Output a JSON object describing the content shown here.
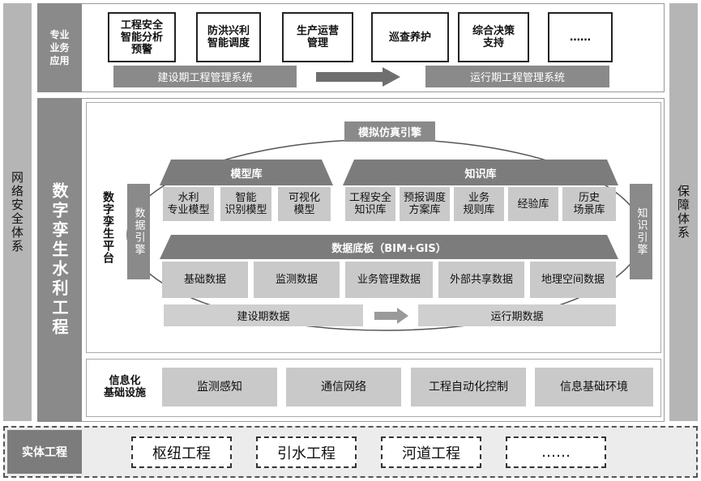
{
  "left_column": {
    "label": "网络安全体系"
  },
  "right_column": {
    "label": "保障体系"
  },
  "app_layer": {
    "label": "专业\n业务\n应用",
    "apps": [
      "工程安全\n智能分析\n预警",
      "防洪兴利\n智能调度",
      "生产运营\n管理",
      "巡查养护",
      "综合决策\n支持",
      "……"
    ],
    "construction_system": "建设期工程管理系统",
    "operation_system": "运行期工程管理系统"
  },
  "twin_engineering": {
    "label": "数字孪生水利工程"
  },
  "twin_platform": {
    "label": "数字孪生平台",
    "simulation_engine": "模拟仿真引擎",
    "data_engine": "数据引擎",
    "knowledge_engine": "知识引擎",
    "model_library": {
      "title": "模型库",
      "items": [
        "水利\n专业模型",
        "智能\n识别模型",
        "可视化\n模型"
      ]
    },
    "knowledge_library": {
      "title": "知识库",
      "items": [
        "工程安全\n知识库",
        "预报调度\n方案库",
        "业务\n规则库",
        "经验库",
        "历史\n场景库"
      ]
    },
    "data_board": {
      "title": "数据底板（BIM+GIS）",
      "items": [
        "基础数据",
        "监测数据",
        "业务管理数据",
        "外部共享数据",
        "地理空间数据"
      ]
    },
    "construction_data": "建设期数据",
    "operation_data": "运行期数据"
  },
  "infrastructure": {
    "label": "信息化\n基础设施",
    "items": [
      "监测感知",
      "通信网络",
      "工程自动化控制",
      "信息基础环境"
    ]
  },
  "physical": {
    "label": "实体工程",
    "items": [
      "枢纽工程",
      "引水工程",
      "河道工程",
      "……"
    ]
  }
}
